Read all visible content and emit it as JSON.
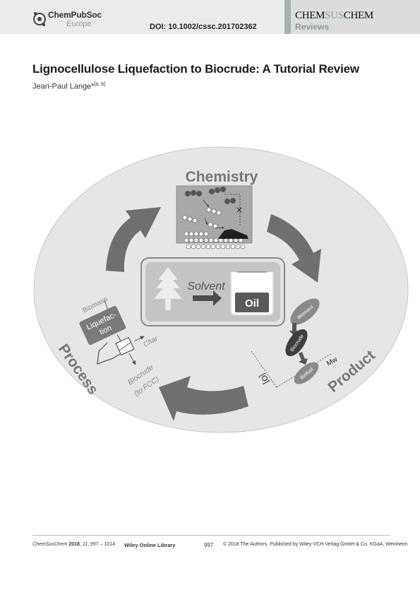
{
  "header": {
    "publisher_name": "ChemPubSoc",
    "publisher_region": "Europe",
    "doi": "DOI: 10.1002/cssc.201702362",
    "journal_logo": {
      "pre": "CHEM",
      "mid": "SUS",
      "post": "CHEM"
    },
    "section": "Reviews"
  },
  "article": {
    "title": "Lignocellulose Liquefaction to Biocrude: A Tutorial Review",
    "author": "Jean-Paul Lange*",
    "affiliation_marks": "[a, b]"
  },
  "figure": {
    "chemistry": "Chemistry",
    "process": "Process",
    "product": "Product",
    "solvent": "Solvent",
    "oil": "Oil",
    "biomass_in": "Biomass",
    "liquefaction_line1": "Liquefac-",
    "liquefaction_line2": "tion",
    "char": "Char",
    "biocrude_out_line1": "Biocrude",
    "biocrude_out_line2": "(to FCC)",
    "stage_biomass": "Biomass",
    "stage_biocrude": "Biocrude",
    "stage_biofuel": "Biofuel",
    "axis_mw": "Mw",
    "axis_o": "[O]",
    "x_mark": "×",
    "colors": {
      "ellipse": "#e4e4e4",
      "arrow": "#6f6f6f",
      "text": "#777777",
      "box": "#7a7a7a"
    }
  },
  "footer": {
    "journal": "ChemSusChem",
    "year": "2018",
    "volume": "11",
    "pages": ", 997 – 1014",
    "wiley": "Wiley Online Library",
    "page_number": "997",
    "copyright": "© 2018 The Authors. Published by Wiley-VCH Verlag GmbH & Co. KGaA, Weinheim"
  }
}
